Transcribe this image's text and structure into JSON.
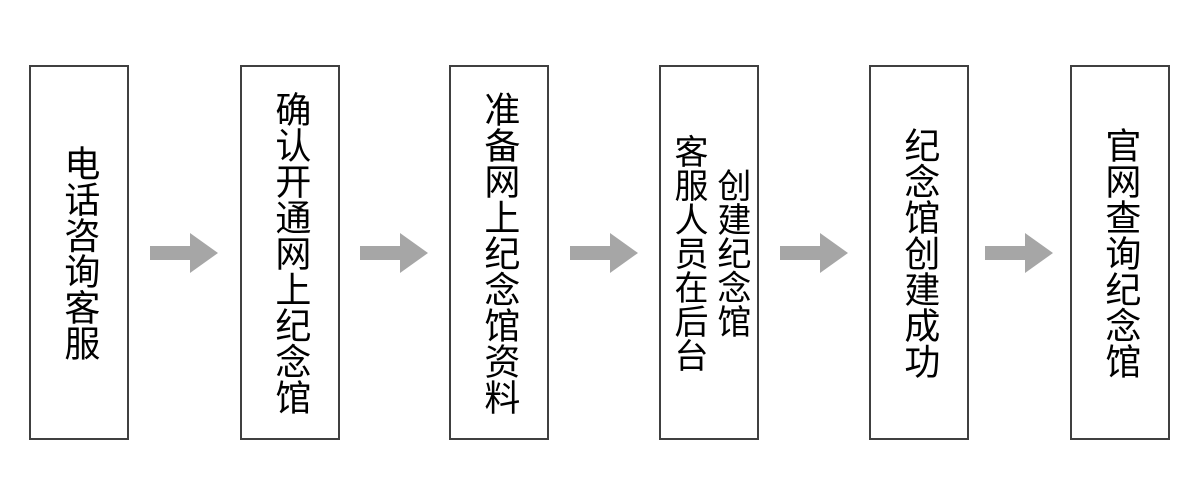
{
  "diagram": {
    "type": "flowchart",
    "orientation": "horizontal-left-to-right",
    "background_color": "#ffffff",
    "node_border_color": "#404040",
    "node_fill_color": "#ffffff",
    "arrow_color": "#a6a6a6",
    "text_color": "#000000",
    "text_direction": "vertical-rl",
    "nodes": [
      {
        "index": 1,
        "name": "phone-consult-service",
        "columns": [
          "电话咨询客服"
        ],
        "text": "电话咨询客服"
      },
      {
        "index": 2,
        "name": "confirm-open-online-memorial",
        "columns": [
          "确认开通网上纪念馆"
        ],
        "text": "确认开通网上纪念馆"
      },
      {
        "index": 3,
        "name": "prepare-memorial-materials",
        "columns": [
          "准备网上纪念馆资料"
        ],
        "text": "准备网上纪念馆资料"
      },
      {
        "index": 4,
        "name": "staff-creates-memorial-backend",
        "columns": [
          "创建纪念馆",
          "客服人员在后台"
        ],
        "text": "客服人员在后台创建纪念馆"
      },
      {
        "index": 5,
        "name": "memorial-created-successfully",
        "columns": [
          "纪念馆创建成功"
        ],
        "text": "纪念馆创建成功"
      },
      {
        "index": 6,
        "name": "query-memorial-on-official-site",
        "columns": [
          "官网查询纪念馆"
        ],
        "text": "官网查询纪念馆"
      }
    ],
    "arrows": [
      {
        "index": 1,
        "name": "arrow-right-icon",
        "from": 1,
        "to": 2
      },
      {
        "index": 2,
        "name": "arrow-right-icon",
        "from": 2,
        "to": 3
      },
      {
        "index": 3,
        "name": "arrow-right-icon",
        "from": 3,
        "to": 4
      },
      {
        "index": 4,
        "name": "arrow-right-icon",
        "from": 4,
        "to": 5
      },
      {
        "index": 5,
        "name": "arrow-right-icon",
        "from": 5,
        "to": 6
      }
    ]
  }
}
